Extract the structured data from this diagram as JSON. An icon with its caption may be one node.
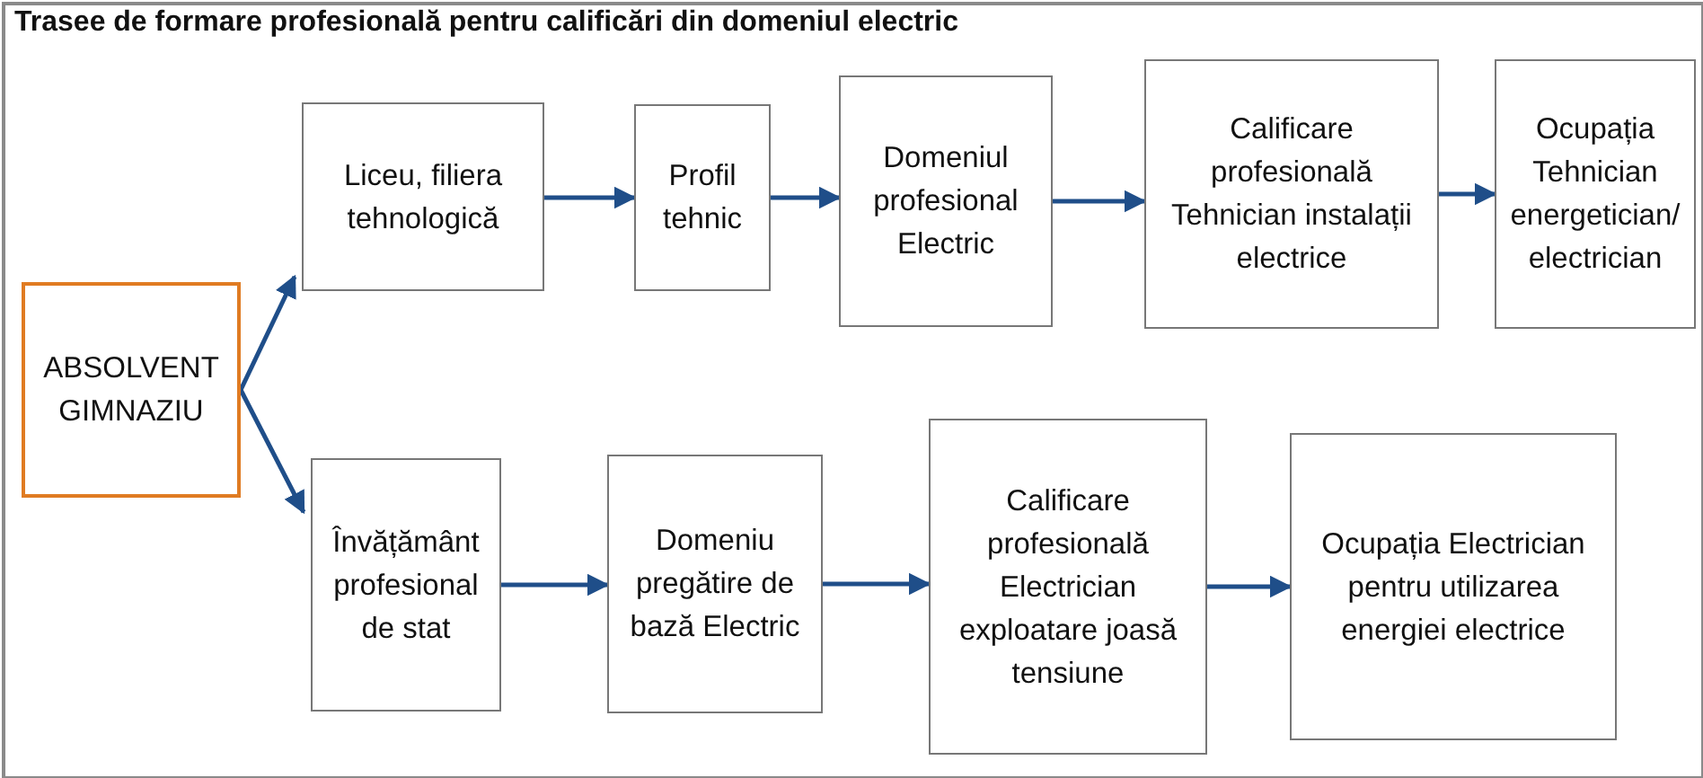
{
  "diagram": {
    "title": "Trasee de formare profesională pentru calificări din domeniul electric",
    "nodes": [
      {
        "text": [
          "ABSOLVENT GIMNAZIU"
        ]
      },
      {
        "text": [
          "Liceu, filiera tehnologică"
        ]
      },
      {
        "text": [
          "Profil tehnic"
        ]
      },
      {
        "text": [
          "Domeniul profesional Electric"
        ]
      },
      {
        "text": [
          "Calificare profesională Tehnician instalații electrice"
        ]
      },
      {
        "text": [
          "Ocupația Tehnician energetician/ electrician"
        ]
      },
      {
        "text": [
          "Învățământ profesional de stat"
        ]
      },
      {
        "text": [
          "Domeniu pregătire de bază Electric"
        ]
      },
      {
        "text": [
          "Calificare profesională Electrician exploatare joasă tensiune"
        ]
      },
      {
        "text": [
          "Ocupația Electrician pentru utilizarea energiei electrice"
        ]
      }
    ],
    "edges": [
      {
        "from": 0,
        "to": 1,
        "arrow": "to"
      },
      {
        "from": 0,
        "to": 6,
        "arrow": "to"
      },
      {
        "from": 1,
        "to": 2,
        "arrow": "to"
      },
      {
        "from": 2,
        "to": 3,
        "arrow": "to"
      },
      {
        "from": 3,
        "to": 4,
        "arrow": "to"
      },
      {
        "from": 4,
        "to": 5,
        "arrow": "to"
      },
      {
        "from": 6,
        "to": 7,
        "arrow": "to"
      },
      {
        "from": 7,
        "to": 8,
        "arrow": "to"
      },
      {
        "from": 8,
        "to": 9,
        "arrow": "to"
      }
    ]
  }
}
